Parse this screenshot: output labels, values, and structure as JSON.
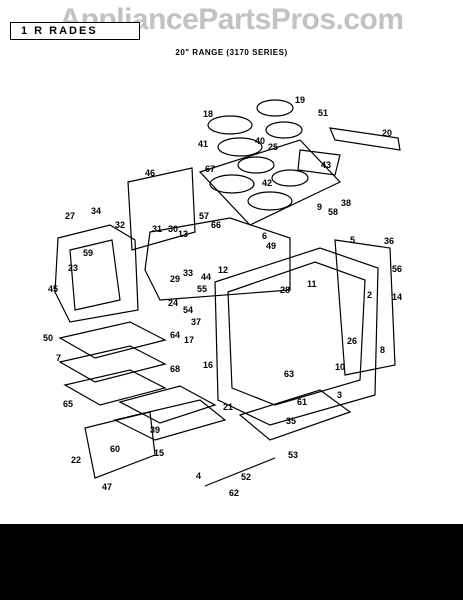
{
  "watermark": "AppliancePartsPros.com",
  "section_tab": "1 R RADES",
  "subtitle": "20\" RANGE (3170 SERIES)",
  "callouts": [
    {
      "n": "18"
    },
    {
      "n": "19"
    },
    {
      "n": "51"
    },
    {
      "n": "20"
    },
    {
      "n": "41"
    },
    {
      "n": "40"
    },
    {
      "n": "25"
    },
    {
      "n": "43"
    },
    {
      "n": "67"
    },
    {
      "n": "42"
    },
    {
      "n": "46"
    },
    {
      "n": "38"
    },
    {
      "n": "9"
    },
    {
      "n": "58"
    },
    {
      "n": "27"
    },
    {
      "n": "34"
    },
    {
      "n": "32"
    },
    {
      "n": "31"
    },
    {
      "n": "30"
    },
    {
      "n": "13"
    },
    {
      "n": "57"
    },
    {
      "n": "66"
    },
    {
      "n": "6"
    },
    {
      "n": "49"
    },
    {
      "n": "5"
    },
    {
      "n": "36"
    },
    {
      "n": "59"
    },
    {
      "n": "23"
    },
    {
      "n": "33"
    },
    {
      "n": "29"
    },
    {
      "n": "44"
    },
    {
      "n": "12"
    },
    {
      "n": "56"
    },
    {
      "n": "45"
    },
    {
      "n": "24"
    },
    {
      "n": "55"
    },
    {
      "n": "11"
    },
    {
      "n": "28"
    },
    {
      "n": "2"
    },
    {
      "n": "14"
    },
    {
      "n": "54"
    },
    {
      "n": "37"
    },
    {
      "n": "50"
    },
    {
      "n": "64"
    },
    {
      "n": "17"
    },
    {
      "n": "26"
    },
    {
      "n": "8"
    },
    {
      "n": "7"
    },
    {
      "n": "16"
    },
    {
      "n": "63"
    },
    {
      "n": "10"
    },
    {
      "n": "68"
    },
    {
      "n": "65"
    },
    {
      "n": "61"
    },
    {
      "n": "3"
    },
    {
      "n": "21"
    },
    {
      "n": "39"
    },
    {
      "n": "35"
    },
    {
      "n": "60"
    },
    {
      "n": "22"
    },
    {
      "n": "15"
    },
    {
      "n": "53"
    },
    {
      "n": "52"
    },
    {
      "n": "47"
    },
    {
      "n": "4"
    },
    {
      "n": "62"
    }
  ]
}
